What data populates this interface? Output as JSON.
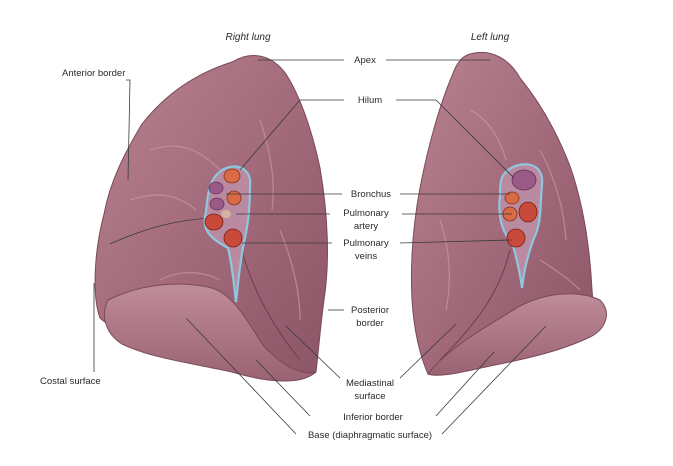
{
  "titles": {
    "right_lung": "Right lung",
    "left_lung": "Left lung"
  },
  "labels": {
    "anterior_border": "Anterior border",
    "apex": "Apex",
    "hilum": "Hilum",
    "bronchus": "Bronchus",
    "pulmonary_artery_1": "Pulmonary",
    "pulmonary_artery_2": "artery",
    "pulmonary_veins_1": "Pulmonary",
    "pulmonary_veins_2": "veins",
    "posterior_border_1": "Posterior",
    "posterior_border_2": "border",
    "costal_surface": "Costal surface",
    "mediastinal_surface_1": "Mediastinal",
    "mediastinal_surface_2": "surface",
    "inferior_border": "Inferior border",
    "base": "Base (diaphragmatic surface)"
  },
  "colors": {
    "lung_fill": "#a8707e",
    "lung_dark": "#8a5564",
    "lung_light": "#c08a98",
    "base_fill": "#b07a88",
    "artery": "#d05a3c",
    "vein": "#c84a3a",
    "bronchus": "#9a5a88",
    "pleura": "#8fc6e0"
  }
}
